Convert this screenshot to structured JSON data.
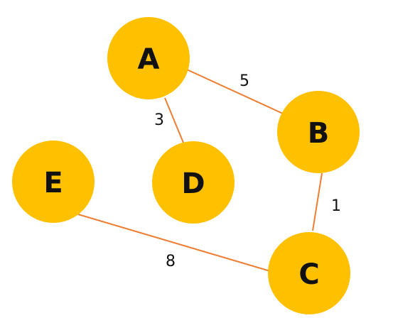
{
  "colors": {
    "node_fill": "#FFC000",
    "edge_stroke": "#ED7D31",
    "text": "#111111"
  },
  "nodes": [
    {
      "id": "A",
      "label": "A"
    },
    {
      "id": "B",
      "label": "B"
    },
    {
      "id": "C",
      "label": "C"
    },
    {
      "id": "D",
      "label": "D"
    },
    {
      "id": "E",
      "label": "E"
    }
  ],
  "edges": [
    {
      "from": "A",
      "to": "B",
      "weight": "5"
    },
    {
      "from": "A",
      "to": "D",
      "weight": "3"
    },
    {
      "from": "B",
      "to": "C",
      "weight": "1"
    },
    {
      "from": "E",
      "to": "C",
      "weight": "8"
    }
  ]
}
